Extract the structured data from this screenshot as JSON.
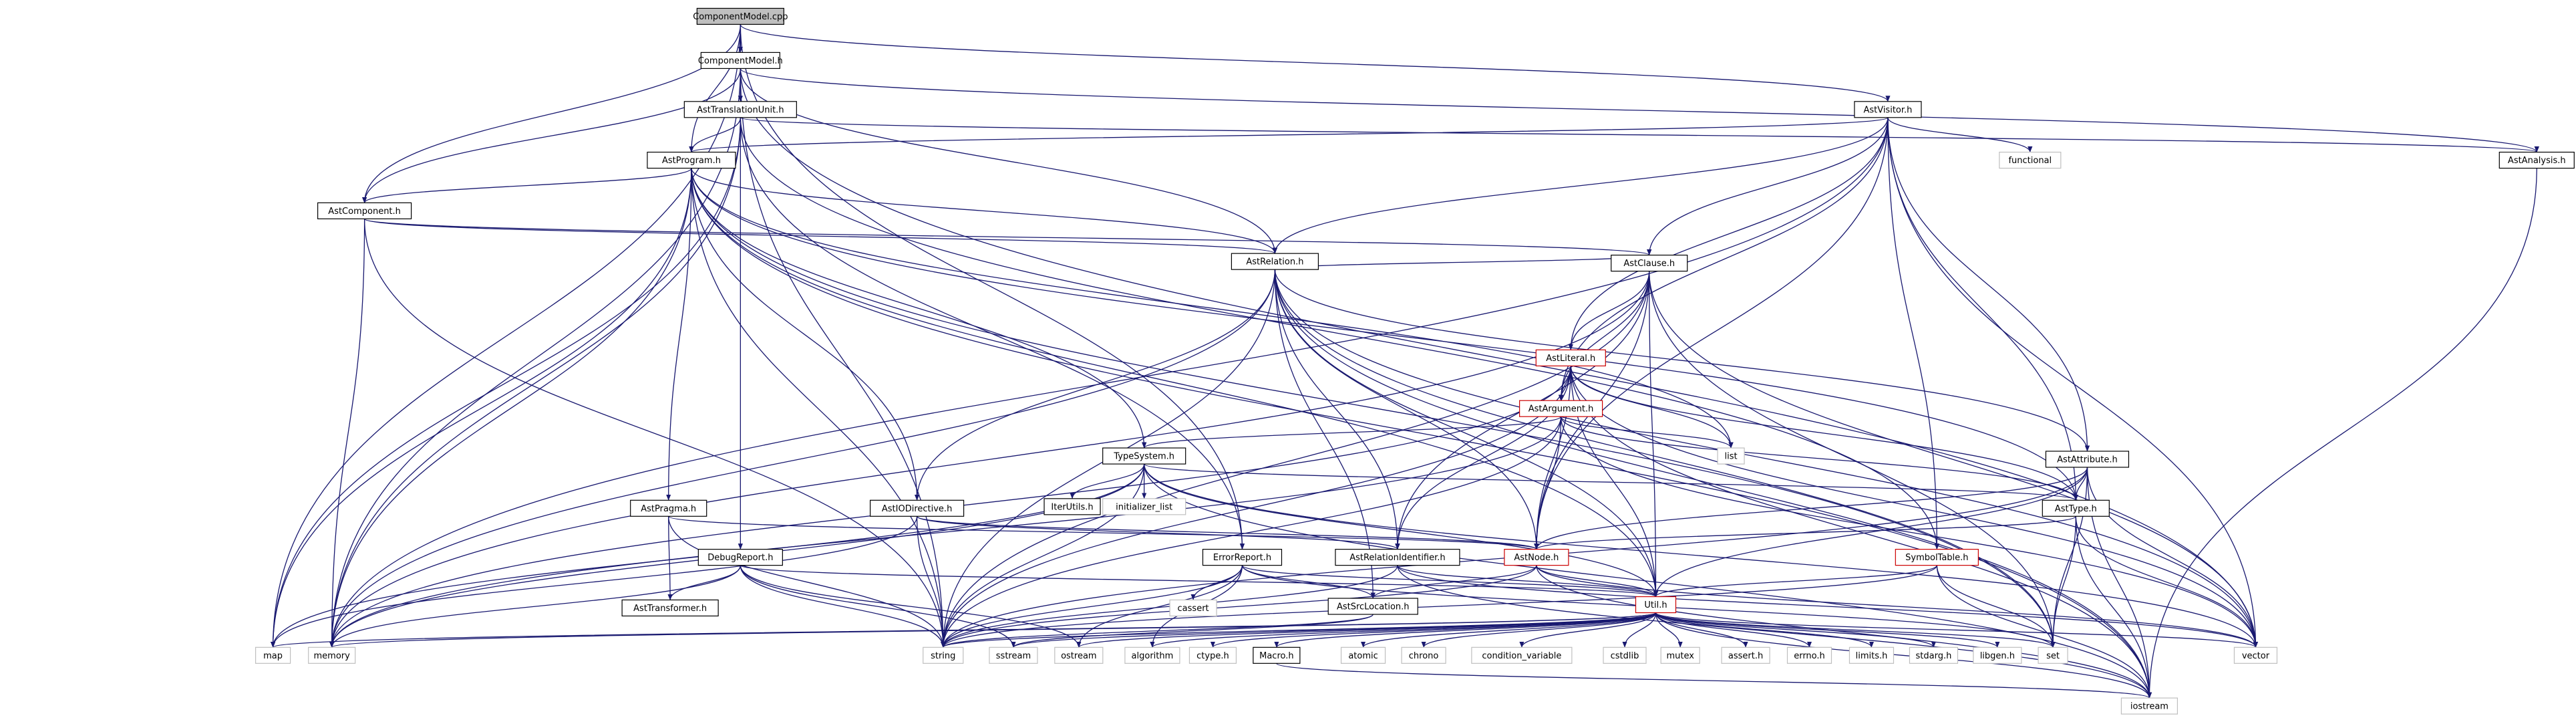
{
  "diagram": {
    "type": "include-dependency-graph",
    "colors": {
      "edge": "#191970",
      "node_border": "#000000",
      "node_border_red": "#cc0000",
      "node_border_gray": "#bfbfbf",
      "node_fill": "#ffffff",
      "root_fill": "#bfbfbf",
      "text": "#000000"
    },
    "nodes": [
      {
        "id": "n_root",
        "label": "ComponentModel.cpp",
        "style": "root"
      },
      {
        "id": "n_cmh",
        "label": "ComponentModel.h",
        "style": "black"
      },
      {
        "id": "n_astvisitor",
        "label": "AstVisitor.h",
        "style": "black"
      },
      {
        "id": "n_asttu",
        "label": "AstTranslationUnit.h",
        "style": "black"
      },
      {
        "id": "n_astanalysis",
        "label": "AstAnalysis.h",
        "style": "black"
      },
      {
        "id": "n_functional",
        "label": "functional",
        "style": "gray"
      },
      {
        "id": "n_astprogram",
        "label": "AstProgram.h",
        "style": "black"
      },
      {
        "id": "n_astcomponent",
        "label": "AstComponent.h",
        "style": "black"
      },
      {
        "id": "n_astrelation",
        "label": "AstRelation.h",
        "style": "black"
      },
      {
        "id": "n_astclause",
        "label": "AstClause.h",
        "style": "black"
      },
      {
        "id": "n_astliteral",
        "label": "AstLiteral.h",
        "style": "red"
      },
      {
        "id": "n_astargument",
        "label": "AstArgument.h",
        "style": "red"
      },
      {
        "id": "n_list",
        "label": "list",
        "style": "gray"
      },
      {
        "id": "n_typesystem",
        "label": "TypeSystem.h",
        "style": "black"
      },
      {
        "id": "n_iterutils",
        "label": "IterUtils.h",
        "style": "black"
      },
      {
        "id": "n_initlist",
        "label": "initializer_list",
        "style": "gray"
      },
      {
        "id": "n_astattribute",
        "label": "AstAttribute.h",
        "style": "black"
      },
      {
        "id": "n_astpragma",
        "label": "AstPragma.h",
        "style": "black"
      },
      {
        "id": "n_astiodirective",
        "label": "AstIODirective.h",
        "style": "black"
      },
      {
        "id": "n_asttype",
        "label": "AstType.h",
        "style": "black"
      },
      {
        "id": "n_debugreport",
        "label": "DebugReport.h",
        "style": "black"
      },
      {
        "id": "n_errorreport",
        "label": "ErrorReport.h",
        "style": "black"
      },
      {
        "id": "n_astrelid",
        "label": "AstRelationIdentifier.h",
        "style": "black"
      },
      {
        "id": "n_astnode",
        "label": "AstNode.h",
        "style": "red"
      },
      {
        "id": "n_symboltable",
        "label": "SymbolTable.h",
        "style": "red"
      },
      {
        "id": "n_asttransformer",
        "label": "AstTransformer.h",
        "style": "black"
      },
      {
        "id": "n_cassert",
        "label": "cassert",
        "style": "gray"
      },
      {
        "id": "n_astsrcloc",
        "label": "AstSrcLocation.h",
        "style": "black"
      },
      {
        "id": "n_util",
        "label": "Util.h",
        "style": "red"
      },
      {
        "id": "n_map",
        "label": "map",
        "style": "gray"
      },
      {
        "id": "n_memory",
        "label": "memory",
        "style": "gray"
      },
      {
        "id": "n_string",
        "label": "string",
        "style": "gray"
      },
      {
        "id": "n_sstream",
        "label": "sstream",
        "style": "gray"
      },
      {
        "id": "n_ostream",
        "label": "ostream",
        "style": "gray"
      },
      {
        "id": "n_algorithm",
        "label": "algorithm",
        "style": "gray"
      },
      {
        "id": "n_ctype",
        "label": "ctype.h",
        "style": "gray"
      },
      {
        "id": "n_macro",
        "label": "Macro.h",
        "style": "black"
      },
      {
        "id": "n_atomic",
        "label": "atomic",
        "style": "gray"
      },
      {
        "id": "n_chrono",
        "label": "chrono",
        "style": "gray"
      },
      {
        "id": "n_condvar",
        "label": "condition_variable",
        "style": "gray"
      },
      {
        "id": "n_cstdlib",
        "label": "cstdlib",
        "style": "gray"
      },
      {
        "id": "n_mutex",
        "label": "mutex",
        "style": "gray"
      },
      {
        "id": "n_asserth",
        "label": "assert.h",
        "style": "gray"
      },
      {
        "id": "n_errnoh",
        "label": "errno.h",
        "style": "gray"
      },
      {
        "id": "n_limitsh",
        "label": "limits.h",
        "style": "gray"
      },
      {
        "id": "n_stdargh",
        "label": "stdarg.h",
        "style": "gray"
      },
      {
        "id": "n_libgenh",
        "label": "libgen.h",
        "style": "gray"
      },
      {
        "id": "n_set",
        "label": "set",
        "style": "gray"
      },
      {
        "id": "n_vector",
        "label": "vector",
        "style": "gray"
      },
      {
        "id": "n_iostream",
        "label": "iostream",
        "style": "gray"
      }
    ],
    "edges": [
      [
        "n_root",
        "n_cmh"
      ],
      [
        "n_root",
        "n_astvisitor"
      ],
      [
        "n_root",
        "n_astprogram"
      ],
      [
        "n_root",
        "n_astcomponent"
      ],
      [
        "n_root",
        "n_errorreport"
      ],
      [
        "n_root",
        "n_map"
      ],
      [
        "n_cmh",
        "n_asttu"
      ],
      [
        "n_cmh",
        "n_astanalysis"
      ],
      [
        "n_cmh",
        "n_astcomponent"
      ],
      [
        "n_cmh",
        "n_astrelation"
      ],
      [
        "n_cmh",
        "n_vector"
      ],
      [
        "n_cmh",
        "n_string"
      ],
      [
        "n_cmh",
        "n_memory"
      ],
      [
        "n_astvisitor",
        "n_astprogram"
      ],
      [
        "n_astvisitor",
        "n_astrelation"
      ],
      [
        "n_astvisitor",
        "n_astclause"
      ],
      [
        "n_astvisitor",
        "n_astliteral"
      ],
      [
        "n_astvisitor",
        "n_astargument"
      ],
      [
        "n_astvisitor",
        "n_astattribute"
      ],
      [
        "n_astvisitor",
        "n_asttype"
      ],
      [
        "n_astvisitor",
        "n_astnode"
      ],
      [
        "n_astvisitor",
        "n_symboltable"
      ],
      [
        "n_astvisitor",
        "n_functional"
      ],
      [
        "n_astvisitor",
        "n_vector"
      ],
      [
        "n_astvisitor",
        "n_memory"
      ],
      [
        "n_asttu",
        "n_astprogram"
      ],
      [
        "n_asttu",
        "n_astanalysis"
      ],
      [
        "n_asttu",
        "n_debugreport"
      ],
      [
        "n_asttu",
        "n_errorreport"
      ],
      [
        "n_asttu",
        "n_symboltable"
      ],
      [
        "n_asttu",
        "n_map"
      ],
      [
        "n_asttu",
        "n_memory"
      ],
      [
        "n_astanalysis",
        "n_iostream"
      ],
      [
        "n_astprogram",
        "n_astcomponent"
      ],
      [
        "n_astprogram",
        "n_astrelation"
      ],
      [
        "n_astprogram",
        "n_typesystem"
      ],
      [
        "n_astprogram",
        "n_astpragma"
      ],
      [
        "n_astprogram",
        "n_astiodirective"
      ],
      [
        "n_astprogram",
        "n_asttype"
      ],
      [
        "n_astprogram",
        "n_util"
      ],
      [
        "n_astprogram",
        "n_list"
      ],
      [
        "n_astprogram",
        "n_set"
      ],
      [
        "n_astprogram",
        "n_map"
      ],
      [
        "n_astprogram",
        "n_memory"
      ],
      [
        "n_astprogram",
        "n_string"
      ],
      [
        "n_astprogram",
        "n_iostream"
      ],
      [
        "n_astcomponent",
        "n_astrelation"
      ],
      [
        "n_astcomponent",
        "n_astclause"
      ],
      [
        "n_astcomponent",
        "n_memory"
      ],
      [
        "n_astcomponent",
        "n_string"
      ],
      [
        "n_astrelation",
        "n_astclause"
      ],
      [
        "n_astrelation",
        "n_astattribute"
      ],
      [
        "n_astrelation",
        "n_astiodirective"
      ],
      [
        "n_astrelation",
        "n_astrelid"
      ],
      [
        "n_astrelation",
        "n_astnode"
      ],
      [
        "n_astrelation",
        "n_set"
      ],
      [
        "n_astrelation",
        "n_vector"
      ],
      [
        "n_astrelation",
        "n_string"
      ],
      [
        "n_astrelation",
        "n_memory"
      ],
      [
        "n_astrelation",
        "n_iostream"
      ],
      [
        "n_astrelation",
        "n_util"
      ],
      [
        "n_astrelation",
        "n_astsrcloc"
      ],
      [
        "n_astclause",
        "n_astliteral"
      ],
      [
        "n_astclause",
        "n_astargument"
      ],
      [
        "n_astclause",
        "n_astrelid"
      ],
      [
        "n_astclause",
        "n_astnode"
      ],
      [
        "n_astclause",
        "n_util"
      ],
      [
        "n_astclause",
        "n_set"
      ],
      [
        "n_astclause",
        "n_vector"
      ],
      [
        "n_astclause",
        "n_string"
      ],
      [
        "n_astclause",
        "n_memory"
      ],
      [
        "n_astliteral",
        "n_astargument"
      ],
      [
        "n_astliteral",
        "n_astrelid"
      ],
      [
        "n_astliteral",
        "n_astnode"
      ],
      [
        "n_astliteral",
        "n_asttype"
      ],
      [
        "n_astliteral",
        "n_util"
      ],
      [
        "n_astliteral",
        "n_list"
      ],
      [
        "n_astliteral",
        "n_string"
      ],
      [
        "n_astliteral",
        "n_vector"
      ],
      [
        "n_astliteral",
        "n_memory"
      ],
      [
        "n_astliteral",
        "n_iostream"
      ],
      [
        "n_astargument",
        "n_typesystem"
      ],
      [
        "n_astargument",
        "n_astnode"
      ],
      [
        "n_astargument",
        "n_asttype"
      ],
      [
        "n_astargument",
        "n_list"
      ],
      [
        "n_astargument",
        "n_string"
      ],
      [
        "n_astargument",
        "n_vector"
      ],
      [
        "n_astargument",
        "n_memory"
      ],
      [
        "n_typesystem",
        "n_iterutils"
      ],
      [
        "n_typesystem",
        "n_initlist"
      ],
      [
        "n_typesystem",
        "n_asttype"
      ],
      [
        "n_typesystem",
        "n_util"
      ],
      [
        "n_typesystem",
        "n_map"
      ],
      [
        "n_typesystem",
        "n_memory"
      ],
      [
        "n_typesystem",
        "n_string"
      ],
      [
        "n_typesystem",
        "n_iostream"
      ],
      [
        "n_typesystem",
        "n_vector"
      ],
      [
        "n_astattribute",
        "n_asttype"
      ],
      [
        "n_astattribute",
        "n_astnode"
      ],
      [
        "n_astattribute",
        "n_util"
      ],
      [
        "n_astattribute",
        "n_set"
      ],
      [
        "n_astattribute",
        "n_vector"
      ],
      [
        "n_astattribute",
        "n_string"
      ],
      [
        "n_astattribute",
        "n_iostream"
      ],
      [
        "n_astpragma",
        "n_asttransformer"
      ],
      [
        "n_astpragma",
        "n_astnode"
      ],
      [
        "n_astpragma",
        "n_string"
      ],
      [
        "n_astiodirective",
        "n_astnode"
      ],
      [
        "n_astiodirective",
        "n_astrelid"
      ],
      [
        "n_astiodirective",
        "n_string"
      ],
      [
        "n_astiodirective",
        "n_map"
      ],
      [
        "n_asttype",
        "n_astnode"
      ],
      [
        "n_asttype",
        "n_set"
      ],
      [
        "n_asttype",
        "n_vector"
      ],
      [
        "n_asttype",
        "n_iostream"
      ],
      [
        "n_debugreport",
        "n_asttransformer"
      ],
      [
        "n_debugreport",
        "n_util"
      ],
      [
        "n_debugreport",
        "n_sstream"
      ],
      [
        "n_debugreport",
        "n_string"
      ],
      [
        "n_debugreport",
        "n_memory"
      ],
      [
        "n_debugreport",
        "n_ostream"
      ],
      [
        "n_errorreport",
        "n_astsrcloc"
      ],
      [
        "n_errorreport",
        "n_cassert"
      ],
      [
        "n_errorreport",
        "n_util"
      ],
      [
        "n_errorreport",
        "n_set"
      ],
      [
        "n_errorreport",
        "n_string"
      ],
      [
        "n_errorreport",
        "n_ostream"
      ],
      [
        "n_errorreport",
        "n_algorithm"
      ],
      [
        "n_astrelid",
        "n_util"
      ],
      [
        "n_astrelid",
        "n_string"
      ],
      [
        "n_astrelid",
        "n_vector"
      ],
      [
        "n_astrelid",
        "n_iostream"
      ],
      [
        "n_astnode",
        "n_astsrcloc"
      ],
      [
        "n_astnode",
        "n_util"
      ],
      [
        "n_astnode",
        "n_iostream"
      ],
      [
        "n_astnode",
        "n_string"
      ],
      [
        "n_astnode",
        "n_vector"
      ],
      [
        "n_symboltable",
        "n_util"
      ],
      [
        "n_symboltable",
        "n_set"
      ],
      [
        "n_symboltable",
        "n_string"
      ],
      [
        "n_symboltable",
        "n_iostream"
      ],
      [
        "n_astsrcloc",
        "n_string"
      ],
      [
        "n_astsrcloc",
        "n_sstream"
      ],
      [
        "n_util",
        "n_map"
      ],
      [
        "n_util",
        "n_memory"
      ],
      [
        "n_util",
        "n_string"
      ],
      [
        "n_util",
        "n_sstream"
      ],
      [
        "n_util",
        "n_ostream"
      ],
      [
        "n_util",
        "n_algorithm"
      ],
      [
        "n_util",
        "n_ctype"
      ],
      [
        "n_util",
        "n_macro"
      ],
      [
        "n_util",
        "n_atomic"
      ],
      [
        "n_util",
        "n_chrono"
      ],
      [
        "n_util",
        "n_condvar"
      ],
      [
        "n_util",
        "n_cstdlib"
      ],
      [
        "n_util",
        "n_mutex"
      ],
      [
        "n_util",
        "n_asserth"
      ],
      [
        "n_util",
        "n_errnoh"
      ],
      [
        "n_util",
        "n_limitsh"
      ],
      [
        "n_util",
        "n_stdargh"
      ],
      [
        "n_util",
        "n_libgenh"
      ],
      [
        "n_util",
        "n_set"
      ],
      [
        "n_util",
        "n_vector"
      ],
      [
        "n_util",
        "n_iostream"
      ],
      [
        "n_macro",
        "n_iostream"
      ]
    ]
  }
}
